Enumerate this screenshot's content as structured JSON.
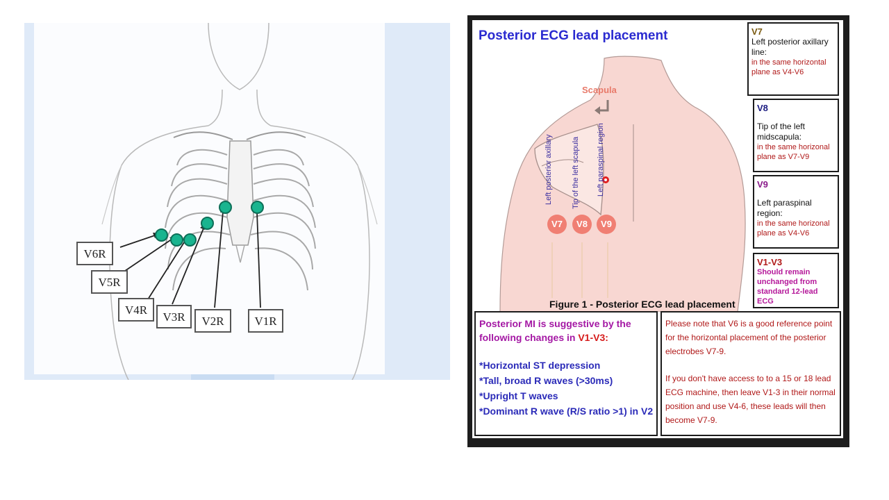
{
  "chest_diagram": {
    "leads": [
      {
        "label": "V6R"
      },
      {
        "label": "V5R"
      },
      {
        "label": "V4R"
      },
      {
        "label": "V3R"
      },
      {
        "label": "V2R"
      },
      {
        "label": "V1R"
      }
    ]
  },
  "posterior": {
    "title": "Posterior ECG lead placement",
    "scapula_label": "Scapula",
    "vertical_labels": [
      "Left posterior axillary",
      "Tip of the left scapula",
      "Left paraspinal region"
    ],
    "lead_circles": [
      "V7",
      "V8",
      "V9"
    ],
    "figure_caption": "Figure 1 - Posterior ECG lead placement",
    "side_boxes": [
      {
        "head": "V7",
        "desc": "Left posterior axillary line:",
        "note": "in the same horizontal plane as V4-V6",
        "head_color": "#7a5a10"
      },
      {
        "head": "V8",
        "desc": "Tip of the left midscapula:",
        "note": "in the same horizonal plane as V7-V9",
        "head_color": "#1a1a80"
      },
      {
        "head": "V9",
        "desc": "Left paraspinal region:",
        "note": "in the same horizonal plane as V4-V6",
        "head_color": "#8a1a8a"
      },
      {
        "head": "V1-V3",
        "note": "Should remain unchanged from standard 12-lead ECG",
        "head_color": "#b01818"
      }
    ],
    "mi_box": {
      "heading_part1": "Posterior MI is suggestive by the following changes in ",
      "heading_part2": "V1-V3:",
      "items": [
        "*Horizontal ST depression",
        "*Tall, broad R waves (>30ms)",
        "*Upright T waves",
        "*Dominant R wave (R/S ratio >1) in V2"
      ]
    },
    "note_box": {
      "para1": "Please note that V6 is a good reference point for the horizontal placement of the posterior electrobes V7-9.",
      "para2": "If you don't have access to to a 15 or 18 lead ECG machine, then leave V1-3 in their normal position and use V4-6, these leads will then become V7-9."
    }
  }
}
